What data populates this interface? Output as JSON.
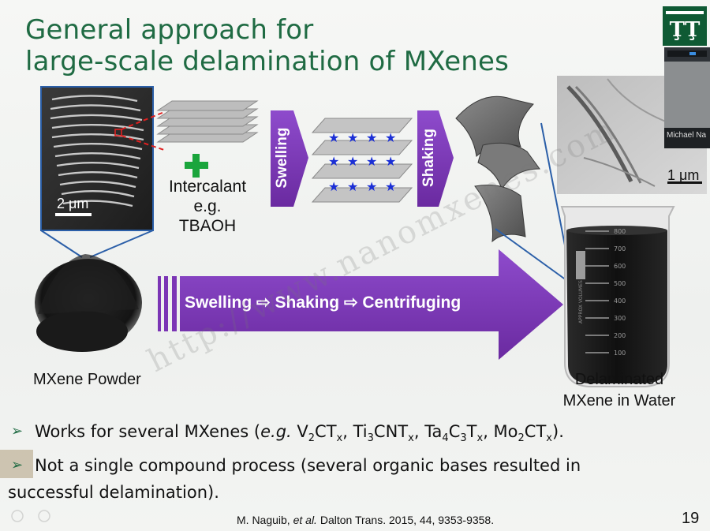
{
  "title": {
    "line1": "General approach for",
    "line2": "large-scale delamination of MXenes"
  },
  "sem_scale": "2 μm",
  "intercalant": {
    "line1": "Intercalant",
    "line2": "e.g.",
    "line3": "TBAOH"
  },
  "step_swelling": "Swelling",
  "step_shaking": "Shaking",
  "main_arrow": "Swelling ⇨ Shaking ⇨ Centrifuging",
  "tem_scale": "1 μm",
  "presenter_name": "Michael Na",
  "beaker_marks": [
    "800",
    "700",
    "600",
    "500",
    "400",
    "300",
    "200",
    "100"
  ],
  "beaker_text": "APPROX VOLUMES",
  "powder_label": "MXene Powder",
  "product_label": {
    "line1": "Delaminated",
    "line2": "MXene in Water"
  },
  "bullets": {
    "b1_pre": "Works for several MXenes (",
    "b1_eg": "e.g.",
    "b1_post": ").",
    "formulas": [
      {
        "parts": [
          {
            "t": "V"
          },
          {
            "s": "2"
          },
          {
            "t": "CT"
          },
          {
            "s": "x"
          }
        ]
      },
      {
        "parts": [
          {
            "t": "Ti"
          },
          {
            "s": "3"
          },
          {
            "t": "CNT"
          },
          {
            "s": "x"
          }
        ]
      },
      {
        "parts": [
          {
            "t": "Ta"
          },
          {
            "s": "4"
          },
          {
            "t": "C"
          },
          {
            "s": "3"
          },
          {
            "t": "T"
          },
          {
            "s": "x"
          }
        ]
      },
      {
        "parts": [
          {
            "t": "Mo"
          },
          {
            "s": "2"
          },
          {
            "t": "CT"
          },
          {
            "s": "x"
          }
        ]
      }
    ],
    "b2_line1": "Not a single compound process (several organic bases resulted in",
    "b2_line2": "successful delamination)."
  },
  "citation": {
    "author": "M. Naguib, ",
    "etal": "et al.",
    "rest": " Dalton Trans. 2015, 44, 9353-9358."
  },
  "page_number": "19",
  "watermark": "http://www.nanomxenes.com",
  "colors": {
    "title_green": "#1f6b43",
    "arrow_purple": "#7b35b5",
    "plus_green": "#1aa53c",
    "star_blue": "#1b2fd6",
    "logo_green": "#0f5a34"
  }
}
